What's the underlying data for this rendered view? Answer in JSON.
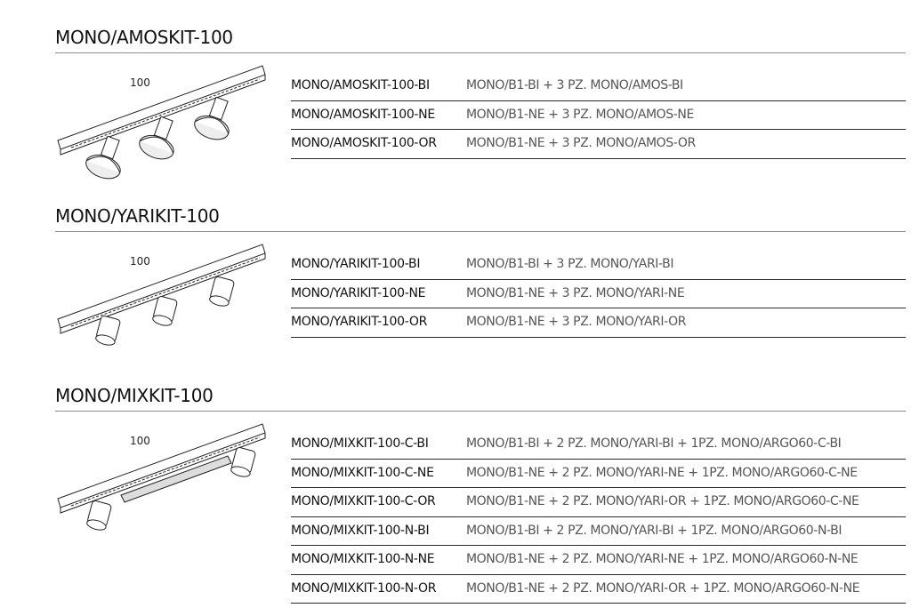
{
  "sections": [
    {
      "title": "MONO/AMOSKIT-100",
      "size_label": "100",
      "illustration": "track-with-3-amos-spotlights",
      "rows": [
        {
          "code": "MONO/AMOSKIT-100-BI",
          "desc": "MONO/B1-BI + 3 PZ. MONO/AMOS-BI"
        },
        {
          "code": "MONO/AMOSKIT-100-NE",
          "desc": "MONO/B1-NE + 3 PZ. MONO/AMOS-NE"
        },
        {
          "code": "MONO/AMOSKIT-100-OR",
          "desc": "MONO/B1-NE + 3 PZ. MONO/AMOS-OR"
        }
      ]
    },
    {
      "title": "MONO/YARIKIT-100",
      "size_label": "100",
      "illustration": "track-with-3-yari-spotlights",
      "rows": [
        {
          "code": "MONO/YARIKIT-100-BI",
          "desc": "MONO/B1-BI + 3 PZ. MONO/YARI-BI"
        },
        {
          "code": "MONO/YARIKIT-100-NE",
          "desc": "MONO/B1-NE + 3 PZ. MONO/YARI-NE"
        },
        {
          "code": "MONO/YARIKIT-100-OR",
          "desc": "MONO/B1-NE + 3 PZ. MONO/YARI-OR"
        }
      ]
    },
    {
      "title": "MONO/MIXKIT-100",
      "size_label": "100",
      "illustration": "track-with-2-yari-and-linear-light",
      "rows": [
        {
          "code": "MONO/MIXKIT-100-C-BI",
          "desc": "MONO/B1-BI + 2 PZ. MONO/YARI-BI + 1PZ. MONO/ARGO60-C-BI"
        },
        {
          "code": "MONO/MIXKIT-100-C-NE",
          "desc": "MONO/B1-NE + 2 PZ. MONO/YARI-NE + 1PZ. MONO/ARGO60-C-NE"
        },
        {
          "code": "MONO/MIXKIT-100-C-OR",
          "desc": "MONO/B1-NE + 2 PZ. MONO/YARI-OR + 1PZ. MONO/ARGO60-C-NE"
        },
        {
          "code": "MONO/MIXKIT-100-N-BI",
          "desc": "MONO/B1-BI + 2 PZ. MONO/YARI-BI + 1PZ. MONO/ARGO60-N-BI"
        },
        {
          "code": "MONO/MIXKIT-100-N-NE",
          "desc": "MONO/B1-NE + 2 PZ. MONO/YARI-NE + 1PZ. MONO/ARGO60-N-NE"
        },
        {
          "code": "MONO/MIXKIT-100-N-OR",
          "desc": "MONO/B1-NE + 2 PZ. MONO/YARI-OR + 1PZ. MONO/ARGO60-N-NE"
        }
      ]
    }
  ]
}
